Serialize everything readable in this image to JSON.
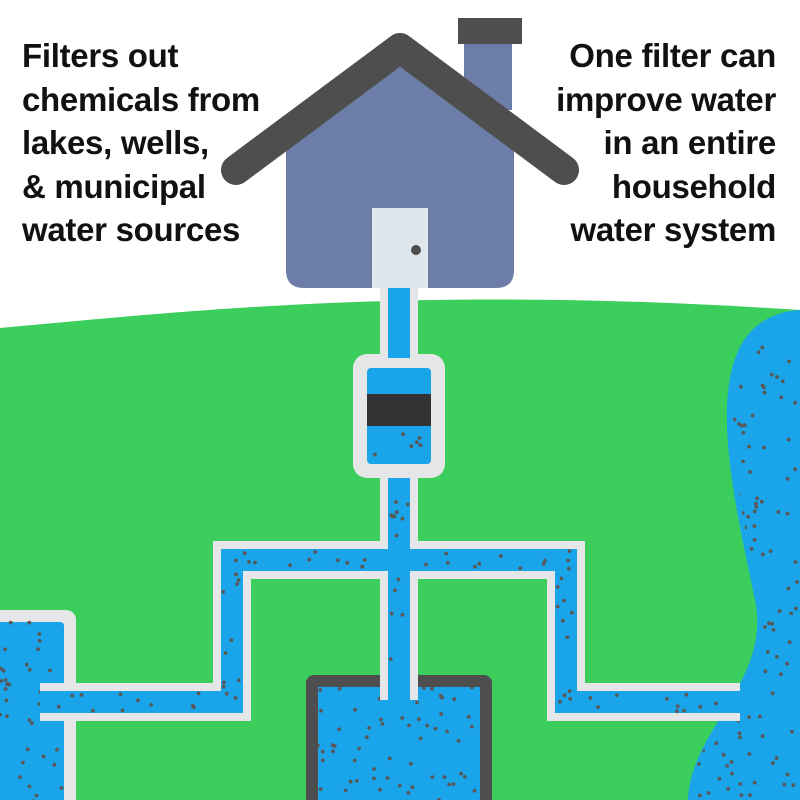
{
  "captions": {
    "left": {
      "lines": [
        "Filters out",
        "chemicals from",
        "lakes, wells,",
        "& municipal",
        "water sources"
      ]
    },
    "right": {
      "lines": [
        "One filter can",
        "improve water",
        "in an entire",
        "household",
        "water system"
      ]
    }
  },
  "icons": {
    "house": "house-icon",
    "door": "door-icon",
    "filter": "water-filter-icon",
    "lake": "lake-icon",
    "well": "well-icon",
    "municipal": "municipal-reservoir-icon"
  },
  "colors": {
    "grass": "#3cce5c",
    "water": "#1aa4e9",
    "pipe": "#e4e6e8",
    "house": "#6c7ea8",
    "roof": "#4e4e4e",
    "door": "#dfe6ec",
    "carbon": "#333333",
    "particle": "#585858",
    "text": "#111111"
  }
}
